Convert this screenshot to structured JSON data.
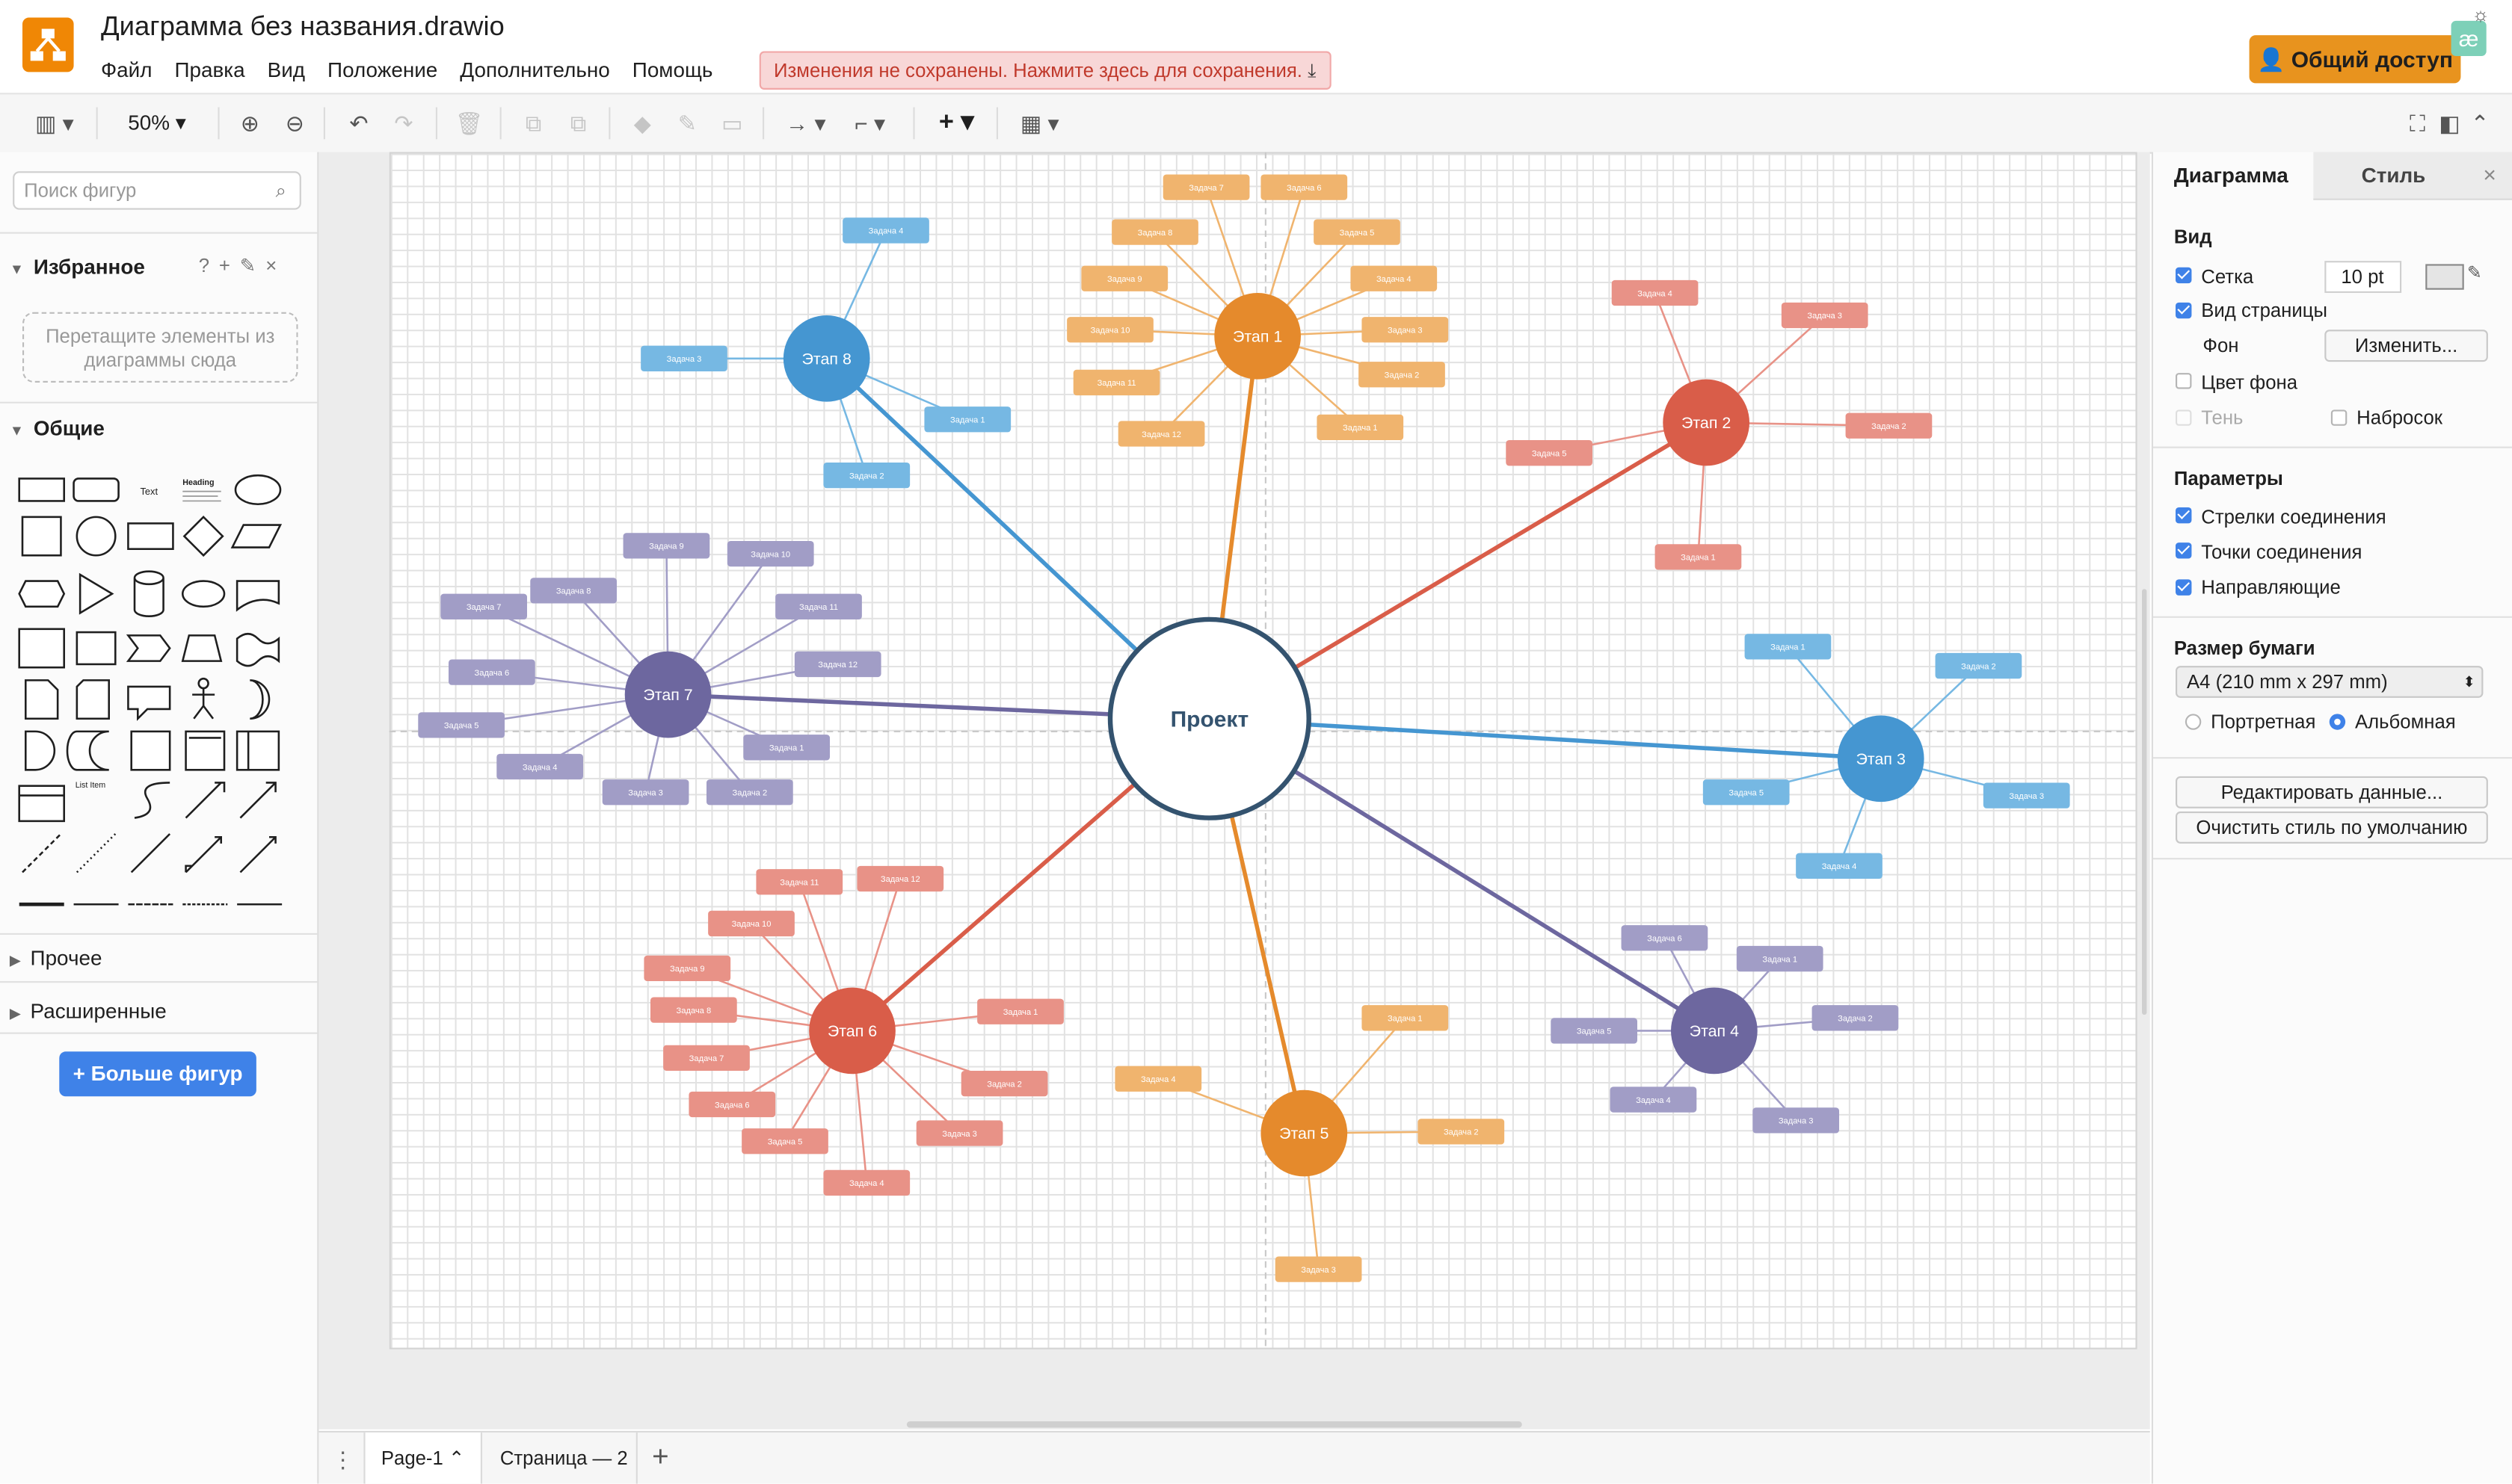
{
  "header": {
    "title": "Диаграмма без названия.drawio",
    "menu": [
      "Файл",
      "Правка",
      "Вид",
      "Положение",
      "Дополнительно",
      "Помощь"
    ],
    "unsaved_notice": "Изменения не сохранены. Нажмите здесь для сохранения.",
    "share_label": "Общий доступ",
    "avatar_text": "æ"
  },
  "toolbar": {
    "zoom": "50%"
  },
  "sidebar": {
    "search_placeholder": "Поиск фигур",
    "favorites_title": "Избранное",
    "favorites_drop": "Перетащите элементы из диаграммы сюда",
    "general_title": "Общие",
    "other_title": "Прочее",
    "advanced_title": "Расширенные",
    "more_shapes": "Больше фигур",
    "shape_texts": {
      "text": "Text",
      "heading": "Heading",
      "list_item": "List Item"
    }
  },
  "pages": {
    "tab1": "Page-1",
    "tab2": "Страница — 2"
  },
  "right_panel": {
    "tab_diagram": "Диаграмма",
    "tab_style": "Стиль",
    "view_title": "Вид",
    "grid_label": "Сетка",
    "grid_checked": true,
    "grid_size": "10 pt",
    "page_view_label": "Вид страницы",
    "page_view_checked": true,
    "background_label": "Фон",
    "change_button": "Изменить...",
    "bg_color_label": "Цвет фона",
    "shadow_label": "Тень",
    "sketch_label": "Набросок",
    "options_title": "Параметры",
    "connection_arrows": "Стрелки соединения",
    "connection_points": "Точки соединения",
    "guides": "Направляющие",
    "paper_title": "Размер бумаги",
    "paper_size": "A4 (210 mm x 297 mm)",
    "portrait": "Портретная",
    "landscape": "Альбомная",
    "landscape_selected": true,
    "edit_data": "Редактировать данные...",
    "clear_style": "Очистить стиль по умолчанию"
  },
  "diagram": {
    "center_label": "Проект",
    "center_color": "#34536f",
    "stages": [
      {
        "label": "Этап 1",
        "color": "#e58a2c",
        "task_color": "#f0b46e",
        "tasks": [
          "Задача 1",
          "Задача 2",
          "Задача 3",
          "Задача 4",
          "Задача 5",
          "Задача 6",
          "Задача 7",
          "Задача 8",
          "Задача 9",
          "Задача 10",
          "Задача 11",
          "Задача 12"
        ]
      },
      {
        "label": "Этап 2",
        "color": "#d95d49",
        "task_color": "#e89287",
        "tasks": [
          "Задача 1",
          "Задача 2",
          "Задача 3",
          "Задача 4",
          "Задача 5"
        ]
      },
      {
        "label": "Этап 3",
        "color": "#4596d1",
        "task_color": "#76b8e3",
        "tasks": [
          "Задача 1",
          "Задача 2",
          "Задача 3",
          "Задача 4",
          "Задача 5"
        ]
      },
      {
        "label": "Этап 4",
        "color": "#6d679f",
        "task_color": "#a19dc6",
        "tasks": [
          "Задача 1",
          "Задача 2",
          "Задача 3",
          "Задача 4",
          "Задача 5",
          "Задача 6"
        ]
      },
      {
        "label": "Этап 5",
        "color": "#e58a2c",
        "task_color": "#f0b46e",
        "tasks": [
          "Задача 1",
          "Задача 2",
          "Задача 3",
          "Задача 4"
        ]
      },
      {
        "label": "Этап 6",
        "color": "#d95d49",
        "task_color": "#e89287",
        "tasks": [
          "Задача 1",
          "Задача 2",
          "Задача 3",
          "Задача 4",
          "Задача 5",
          "Задача 6",
          "Задача 7",
          "Задача 8",
          "Задача 9",
          "Задача 10",
          "Задача 11",
          "Задача 12"
        ]
      },
      {
        "label": "Этап 7",
        "color": "#6d679f",
        "task_color": "#a19dc6",
        "tasks": [
          "Задача 1",
          "Задача 2",
          "Задача 3",
          "Задача 4",
          "Задача 5",
          "Задача 6",
          "Задача 7",
          "Задача 8",
          "Задача 9",
          "Задача 10",
          "Задача 11",
          "Задача 12"
        ]
      },
      {
        "label": "Этап 8",
        "color": "#4596d1",
        "task_color": "#76b8e3",
        "tasks": [
          "Задача 1",
          "Задача 2",
          "Задача 3",
          "Задача 4"
        ]
      }
    ]
  }
}
